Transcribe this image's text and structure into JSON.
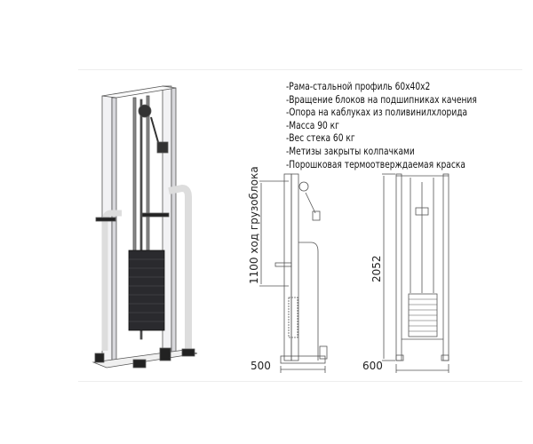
{
  "specs": [
    "-Рама-стальной профиль 60х40х2",
    "-Вращение блоков на подшипниках качения",
    "-Опора на каблуках из поливинилхлорида",
    "-Масса 90 кг",
    "-Вес стека 60 кг",
    "-Метизы закрыты колпачками",
    "-Порошковая термоотверждаемая краска"
  ],
  "dimensions": {
    "stroke_label": "1100 ход грузоблока",
    "depth": "500",
    "width": "600",
    "height": "2052"
  }
}
